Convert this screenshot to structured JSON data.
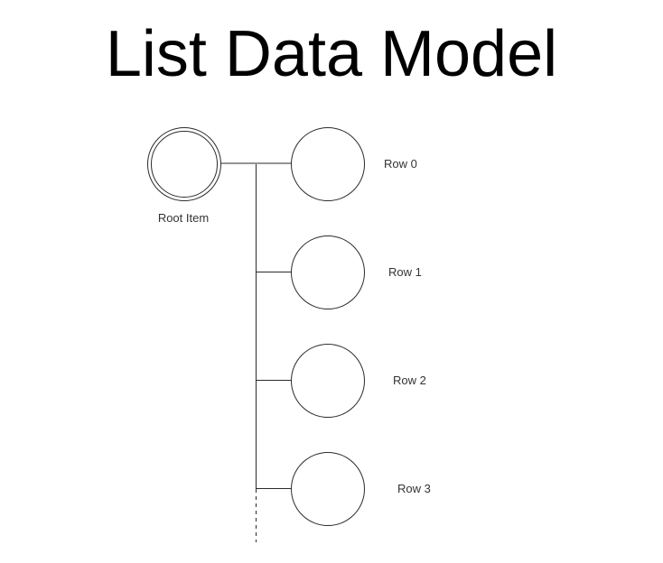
{
  "page": {
    "title": "List Data Model"
  },
  "diagram": {
    "root": {
      "label": "Root Item"
    },
    "rows": [
      {
        "label": "Row 0"
      },
      {
        "label": "Row 1"
      },
      {
        "label": "Row 2"
      },
      {
        "label": "Row 3"
      }
    ],
    "colors": {
      "canvas_bg": "#ffffff",
      "title_text": "#000000",
      "label_text": "#333333",
      "node_stroke": "#2b2b2b",
      "node_fill": "#ffffff",
      "link": "#2b2b2b",
      "link_top": "#949494"
    }
  }
}
